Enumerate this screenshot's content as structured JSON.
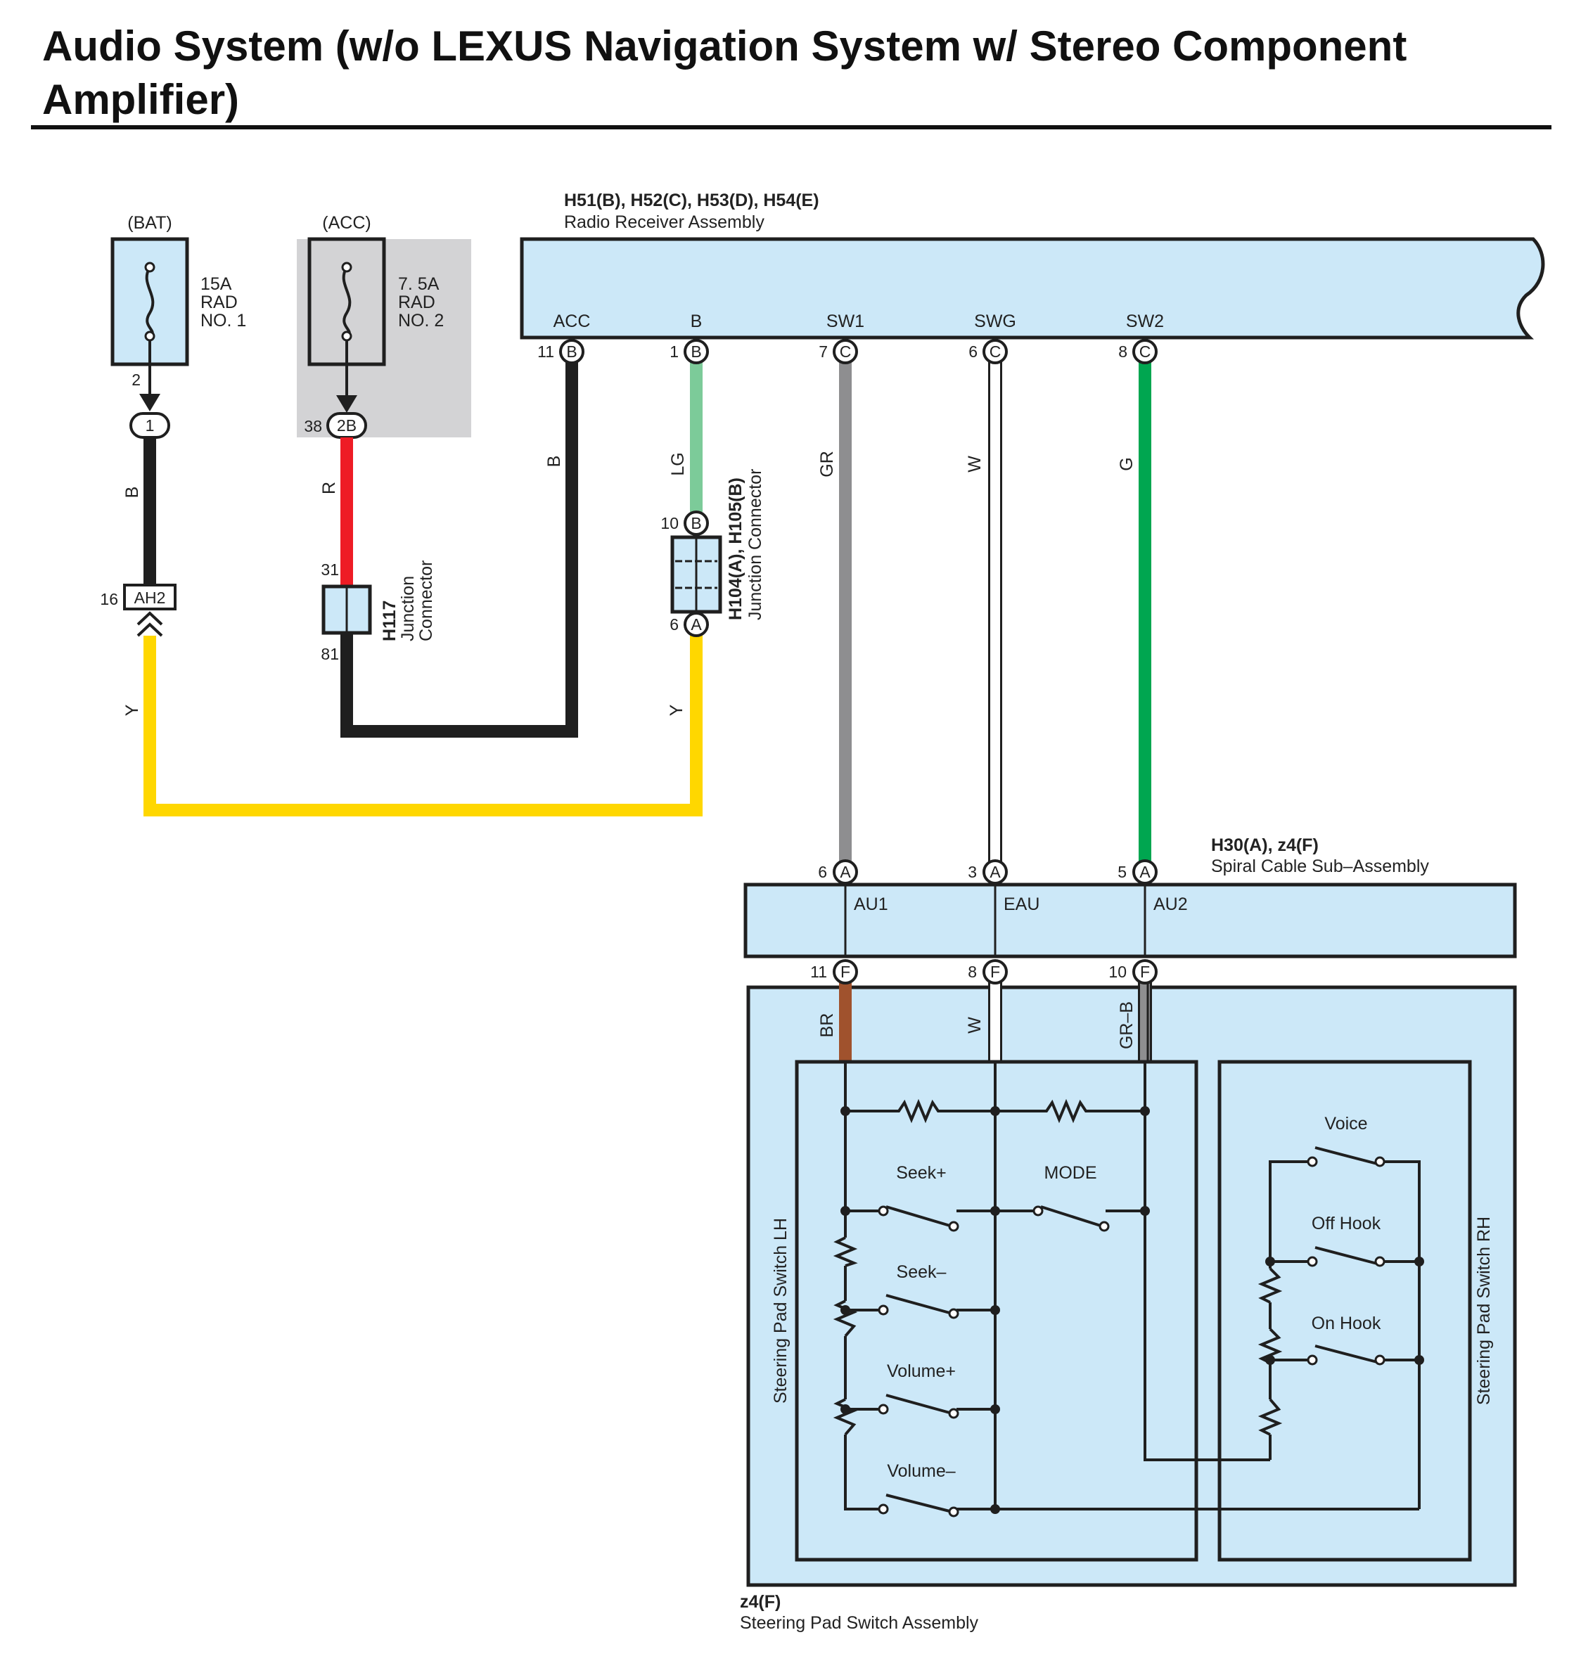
{
  "title": "Audio System (w/o LEXUS Navigation System w/ Stereo Component Amplifier)",
  "colors": {
    "panel": "#cce8f8",
    "gray_box": "#d3d3d5",
    "wire_black": "#1f1f1f",
    "wire_red": "#ee1c25",
    "wire_yellow": "#ffd700",
    "wire_lightgreen": "#7ccb99",
    "wire_gray": "#8e8e90",
    "wire_white": "#ffffff",
    "wire_green": "#00a650",
    "wire_brown": "#a0522d"
  },
  "fuses": [
    {
      "supply": "(BAT)",
      "rating": "15A",
      "name1": "RAD",
      "name2": "NO. 1"
    },
    {
      "supply": "(ACC)",
      "rating": "7. 5A",
      "name1": "RAD",
      "name2": "NO. 2"
    }
  ],
  "radio": {
    "code": "H51(B), H52(C), H53(D), H54(E)",
    "name": "Radio Receiver Assembly",
    "terminals": [
      {
        "label": "ACC",
        "pin": "11",
        "conn": "B"
      },
      {
        "label": "B",
        "pin": "1",
        "conn": "B"
      },
      {
        "label": "SW1",
        "pin": "7",
        "conn": "C"
      },
      {
        "label": "SWG",
        "pin": "6",
        "conn": "C"
      },
      {
        "label": "SW2",
        "pin": "8",
        "conn": "C"
      }
    ]
  },
  "connectors": {
    "bat_pin": "2",
    "bat_conn": "1",
    "acc_pin": "38",
    "acc_conn": "2B",
    "ah2_pin": "16",
    "ah2_conn": "AH2",
    "h117_pin_top": "31",
    "h117_pin_bottom": "81",
    "h117_code": "H117",
    "h117_name1": "Junction",
    "h117_name2": "Connector",
    "h104_pin_top": "10",
    "h104_conn_top": "B",
    "h104_pin_bottom": "6",
    "h104_conn_bottom": "A",
    "h104_code": "H104(A), H105(B)",
    "h104_name": "Junction Connector"
  },
  "wires": {
    "bat": "B",
    "acc": "R",
    "acc_return": "B",
    "lg": "LG",
    "y_left": "Y",
    "y_right": "Y",
    "sw1": "GR",
    "swg": "W",
    "sw2": "G",
    "au1": "BR",
    "eau": "W",
    "au2": "GR–B"
  },
  "spiral": {
    "code": "H30(A), z4(F)",
    "name": "Spiral Cable Sub–Assembly",
    "top_pins": [
      {
        "pin": "6",
        "conn": "A",
        "label": "AU1"
      },
      {
        "pin": "3",
        "conn": "A",
        "label": "EAU"
      },
      {
        "pin": "5",
        "conn": "A",
        "label": "AU2"
      }
    ],
    "bottom_pins": [
      {
        "pin": "11",
        "conn": "F"
      },
      {
        "pin": "8",
        "conn": "F"
      },
      {
        "pin": "10",
        "conn": "F"
      }
    ]
  },
  "steering": {
    "code": "z4(F)",
    "name": "Steering Pad Switch Assembly",
    "lh_label": "Steering Pad Switch LH",
    "rh_label": "Steering Pad Switch RH",
    "lh_switches": [
      "Seek+",
      "MODE",
      "Seek–",
      "Volume+",
      "Volume–"
    ],
    "rh_switches": [
      "Voice",
      "Off Hook",
      "On Hook"
    ]
  }
}
